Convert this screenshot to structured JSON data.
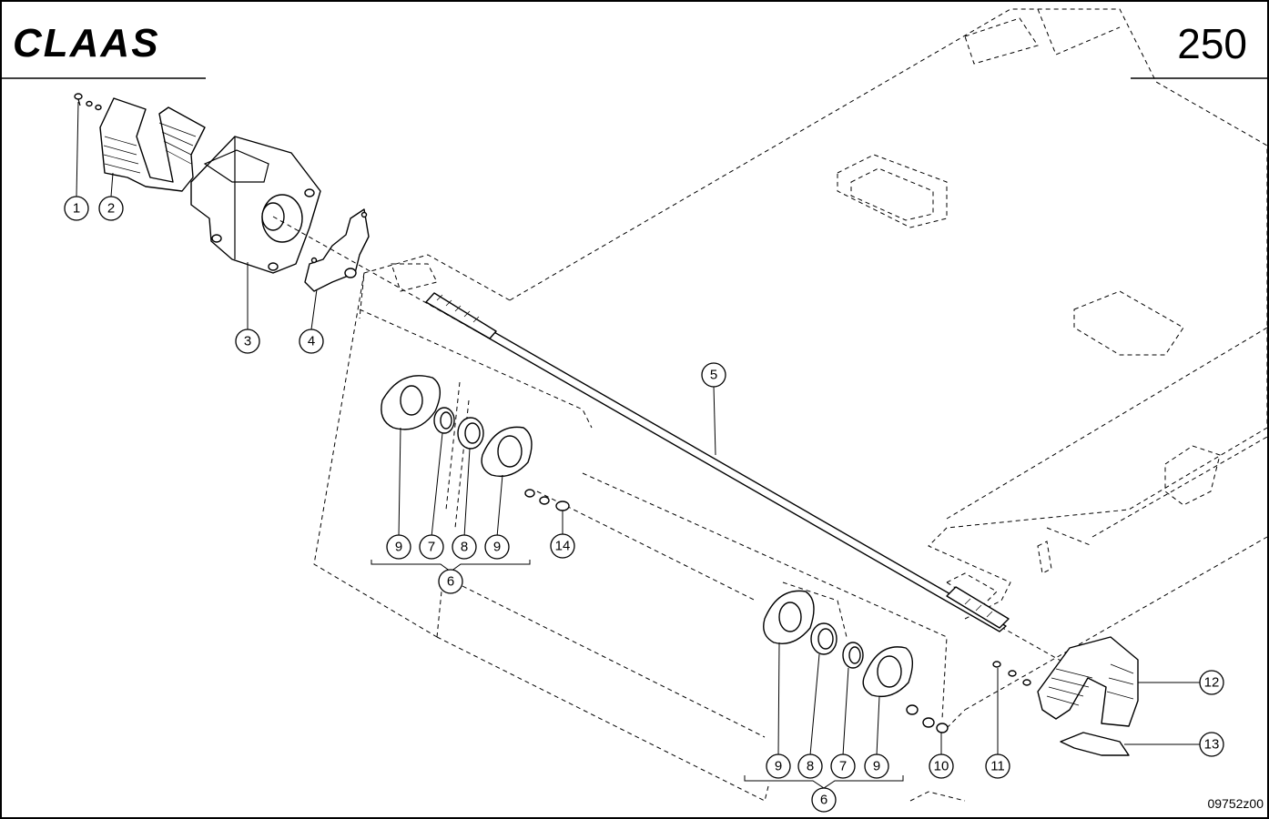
{
  "header": {
    "brand": "CLAAS",
    "page_number": "250"
  },
  "footer": {
    "drawing_number": "09752z00"
  },
  "callouts": [
    {
      "label": "1"
    },
    {
      "label": "2"
    },
    {
      "label": "3"
    },
    {
      "label": "4"
    },
    {
      "label": "5"
    },
    {
      "label": "9"
    },
    {
      "label": "7"
    },
    {
      "label": "8"
    },
    {
      "label": "9"
    },
    {
      "label": "14"
    },
    {
      "label": "6"
    },
    {
      "label": "9"
    },
    {
      "label": "8"
    },
    {
      "label": "7"
    },
    {
      "label": "9"
    },
    {
      "label": "10"
    },
    {
      "label": "11"
    },
    {
      "label": "12"
    },
    {
      "label": "13"
    },
    {
      "label": "6"
    }
  ]
}
